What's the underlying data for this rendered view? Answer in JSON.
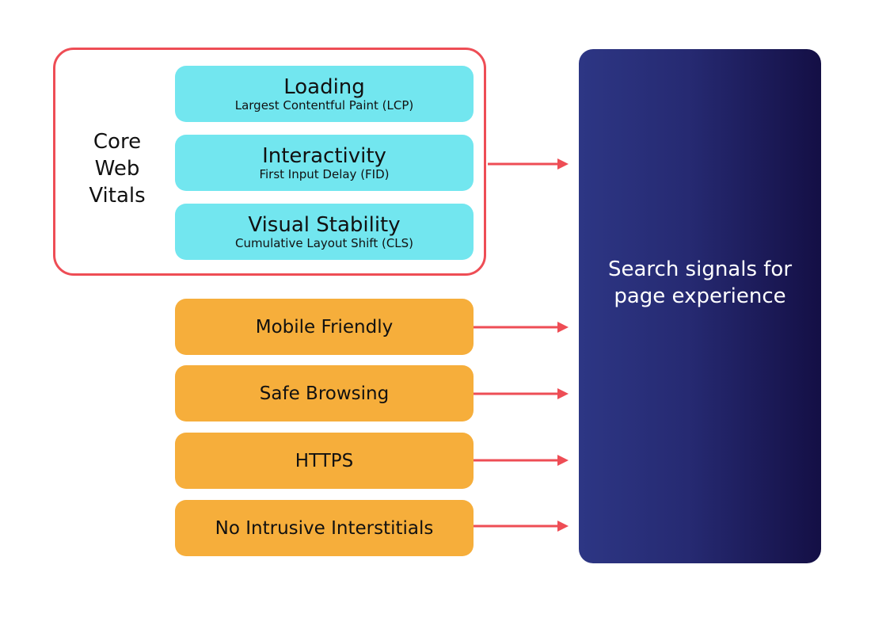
{
  "core_web_vitals": {
    "label": "Core\nWeb\nVitals",
    "items": [
      {
        "title": "Loading",
        "subtitle": "Largest Contentful Paint (LCP)"
      },
      {
        "title": "Interactivity",
        "subtitle": "First Input Delay (FID)"
      },
      {
        "title": "Visual Stability",
        "subtitle": "Cumulative Layout Shift (CLS)"
      }
    ]
  },
  "signals": [
    {
      "label": "Mobile Friendly"
    },
    {
      "label": "Safe Browsing"
    },
    {
      "label": "HTTPS"
    },
    {
      "label": "No Intrusive Interstitials"
    }
  ],
  "target": {
    "label": "Search signals for page experience"
  },
  "colors": {
    "frame_border": "#ee4d55",
    "vital_fill": "#72e6ef",
    "signal_fill": "#f6ae3b",
    "target_fill_start": "#2d3684",
    "target_fill_end": "#140f45",
    "arrow": "#ee4d55"
  }
}
